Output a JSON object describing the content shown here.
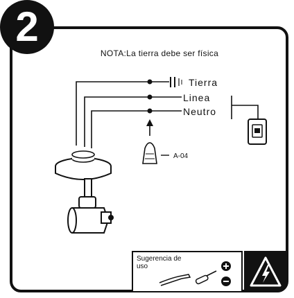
{
  "step": {
    "number": "2"
  },
  "note": "NOTA:La tierra debe ser física",
  "wires": [
    {
      "label": "Tierra"
    },
    {
      "label": "Linea"
    },
    {
      "label": "Neutro"
    }
  ],
  "connector": {
    "code": "A-04"
  },
  "tip": {
    "title": "Sugerencia de uso"
  },
  "icons": [
    "plus-icon",
    "minus-icon",
    "pliers-icon",
    "screwdriver-icon",
    "electrical-warning-icon",
    "wall-switch-icon",
    "wire-connector-icon",
    "ceiling-canopy-icon",
    "spot-lamp-icon"
  ]
}
